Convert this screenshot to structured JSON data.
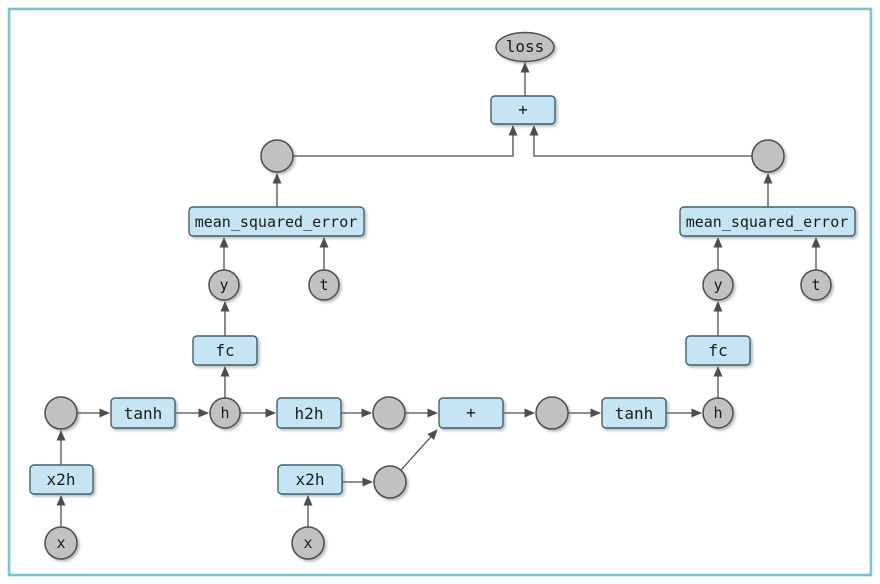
{
  "colors": {
    "frame": "#7cc3d9",
    "op_fill": "#c5e5f4",
    "op_stroke": "#42606f",
    "var_fill": "#c1c1c1",
    "var_stroke": "#4d4d4d",
    "edge": "#4d4d4d",
    "text": "#1b1b1b",
    "background": "#ffffff"
  },
  "nodes": {
    "loss": {
      "label": "loss"
    },
    "plus_top": {
      "label": "+"
    },
    "mse_left": {
      "label": "mean_squared_error"
    },
    "mse_right": {
      "label": "mean_squared_error"
    },
    "y_left": {
      "label": "y"
    },
    "t_left": {
      "label": "t"
    },
    "y_right": {
      "label": "y"
    },
    "t_right": {
      "label": "t"
    },
    "fc_left": {
      "label": "fc"
    },
    "fc_right": {
      "label": "fc"
    },
    "tanh_left": {
      "label": "tanh"
    },
    "tanh_right": {
      "label": "tanh"
    },
    "h_left": {
      "label": "h"
    },
    "h_right": {
      "label": "h"
    },
    "h2h": {
      "label": "h2h"
    },
    "plus_mid": {
      "label": "+"
    },
    "x2h_left": {
      "label": "x2h"
    },
    "x2h_mid": {
      "label": "x2h"
    },
    "x_left": {
      "label": "x"
    },
    "x_mid": {
      "label": "x"
    }
  }
}
